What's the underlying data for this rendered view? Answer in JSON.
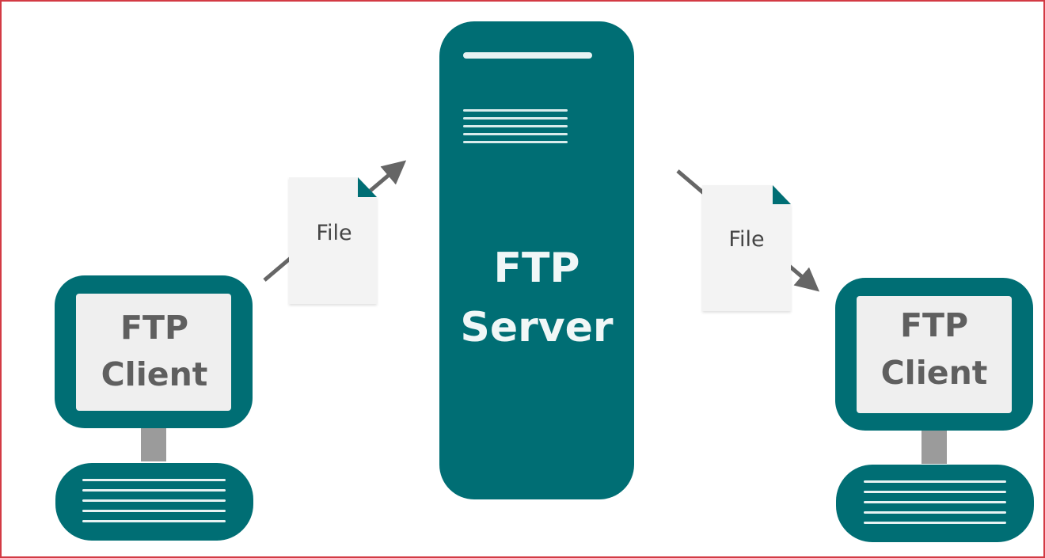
{
  "diagram": {
    "server": {
      "label_line1": "FTP",
      "label_line2": "Server"
    },
    "left_client": {
      "label_line1": "FTP",
      "label_line2": "Client"
    },
    "right_client": {
      "label_line1": "FTP",
      "label_line2": "Client"
    },
    "left_file": {
      "label": "File"
    },
    "right_file": {
      "label": "File"
    },
    "colors": {
      "teal": "#006e74",
      "teal_dark": "#00575c",
      "screen": "#efefef",
      "file": "#f3f3f3",
      "arrow": "#666666",
      "border": "#d33a44"
    }
  }
}
